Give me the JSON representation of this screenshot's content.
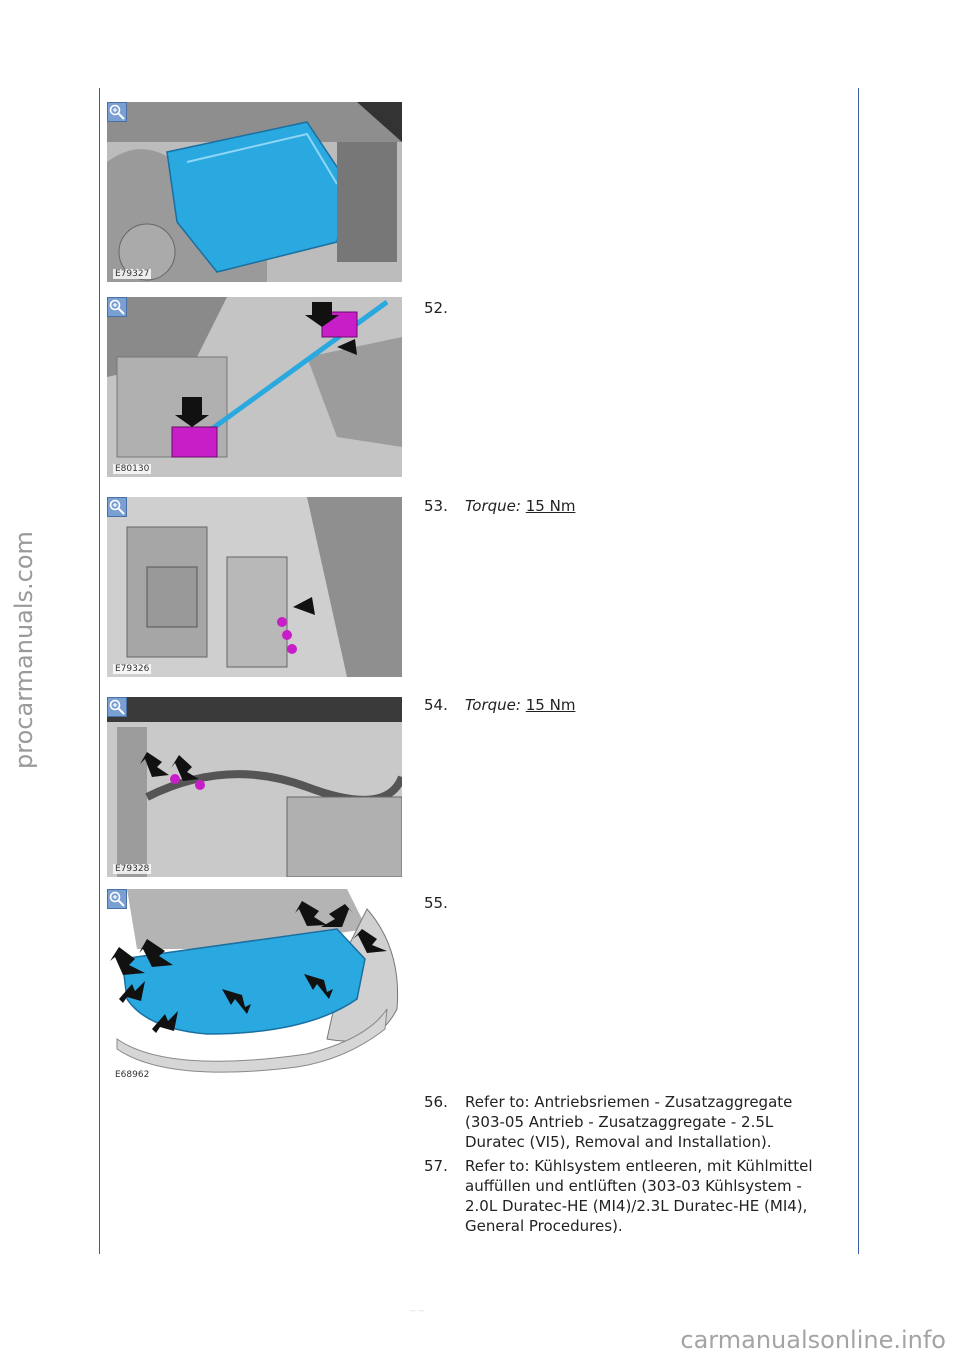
{
  "watermarks": {
    "side": "procarmanuals.com",
    "bottom": "carmanualsonline.info"
  },
  "page_number": "-- --",
  "colors": {
    "frame_line": "#3a5fa8",
    "cover_blue": "#2aa8e0",
    "clip_magenta": "#c81ec8",
    "zoom_icon": "#7a9fd2"
  },
  "figures": [
    {
      "id": "E79327",
      "zoom_icon": "magnifier-plus-icon"
    },
    {
      "id": "E80130",
      "zoom_icon": "magnifier-plus-icon"
    },
    {
      "id": "E79326",
      "zoom_icon": "magnifier-plus-icon"
    },
    {
      "id": "E79328",
      "zoom_icon": "magnifier-plus-icon"
    },
    {
      "id": "E68962",
      "zoom_icon": "magnifier-plus-icon"
    }
  ],
  "steps": [
    {
      "num": "52.",
      "text": ""
    },
    {
      "num": "53.",
      "torque_label": "Torque:",
      "torque_value": "15 Nm"
    },
    {
      "num": "54.",
      "torque_label": "Torque:",
      "torque_value": "15 Nm"
    },
    {
      "num": "55.",
      "text": ""
    },
    {
      "num": "56.",
      "text": "Refer to: Antriebsriemen - Zusatzaggregate (303-05 Antrieb - Zusatzaggregate - 2.5L Duratec (VI5), Removal and Installation)."
    },
    {
      "num": "57.",
      "text": "Refer to: Kühlsystem entleeren, mit Kühlmittel auffüllen und entlüften (303-03 Kühlsystem - 2.0L Duratec-HE (MI4)/2.3L Duratec-HE (MI4), General Procedures)."
    }
  ]
}
